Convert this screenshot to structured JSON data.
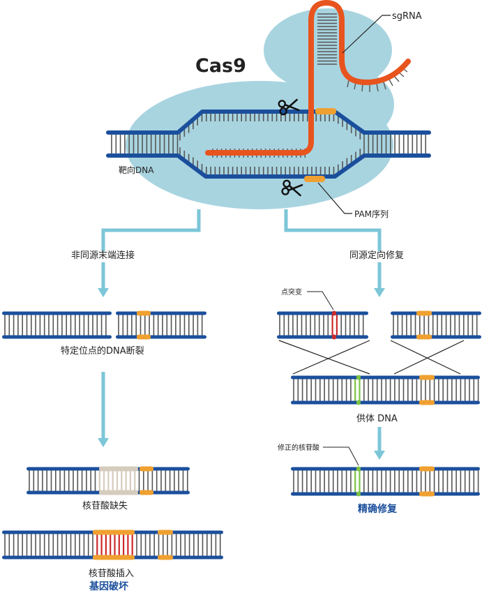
{
  "labels": {
    "cas9": "Cas9",
    "sgrna": "sgRNA",
    "target_dna": "靶向DNA",
    "pam": "PAM序列",
    "nhej": "非同源末端连接",
    "hdr": "同源定向修复",
    "dsb": "特定位点的DNA断裂",
    "point_mutation": "点突变",
    "donor_dna": "供体 DNA",
    "corrected_nucleotide": "修正的核苷酸",
    "precise_repair": "精确修复",
    "nucleotide_deletion": "核苷酸缺失",
    "nucleotide_insertion": "核苷酸插入",
    "gene_disruption": "基因破坏"
  },
  "colors": {
    "backbone": "#1b4f9c",
    "rung": "#555555",
    "protein": "#a8d4e0",
    "sgrna": "#e8541e",
    "pam": "#f0a030",
    "arrow": "#7cc6d8",
    "mutation": "#cc2a2a",
    "corrected": "#7cc242",
    "deleted": "#d6ccbd",
    "title_blue": "#1b4f9c"
  }
}
